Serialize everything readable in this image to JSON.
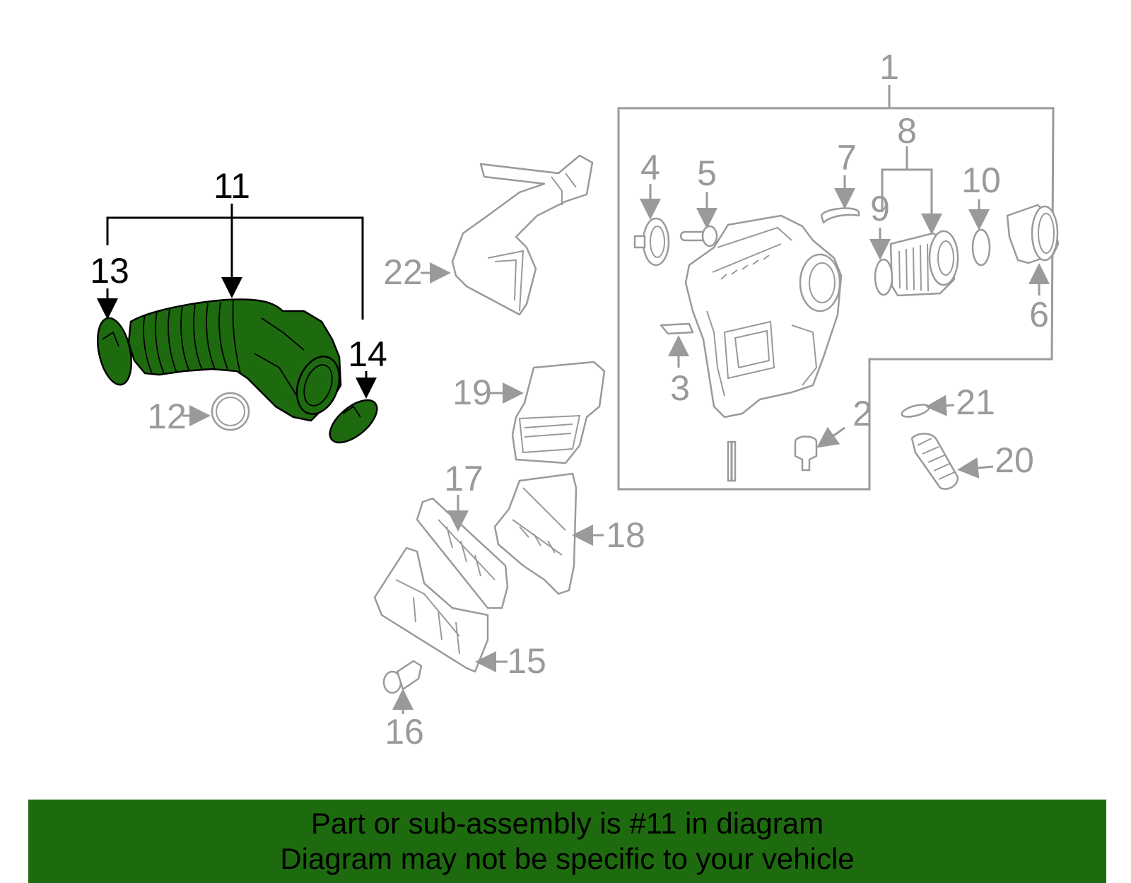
{
  "diagram": {
    "highlighted_part": "11",
    "highlight_color": "#1e6b0f",
    "callouts": [
      {
        "id": "1",
        "highlighted": false
      },
      {
        "id": "2",
        "highlighted": false
      },
      {
        "id": "3",
        "highlighted": false
      },
      {
        "id": "4",
        "highlighted": false
      },
      {
        "id": "5",
        "highlighted": false
      },
      {
        "id": "6",
        "highlighted": false
      },
      {
        "id": "7",
        "highlighted": false
      },
      {
        "id": "8",
        "highlighted": false
      },
      {
        "id": "9",
        "highlighted": false
      },
      {
        "id": "10",
        "highlighted": false
      },
      {
        "id": "11",
        "highlighted": true
      },
      {
        "id": "12",
        "highlighted": false
      },
      {
        "id": "13",
        "highlighted": true
      },
      {
        "id": "14",
        "highlighted": true
      },
      {
        "id": "15",
        "highlighted": false
      },
      {
        "id": "16",
        "highlighted": false
      },
      {
        "id": "17",
        "highlighted": false
      },
      {
        "id": "18",
        "highlighted": false
      },
      {
        "id": "19",
        "highlighted": false
      },
      {
        "id": "20",
        "highlighted": false
      },
      {
        "id": "21",
        "highlighted": false
      },
      {
        "id": "22",
        "highlighted": false
      }
    ]
  },
  "footer": {
    "line1": "Part or sub-assembly is #11 in diagram",
    "line2": "Diagram may not be specific to your vehicle"
  }
}
